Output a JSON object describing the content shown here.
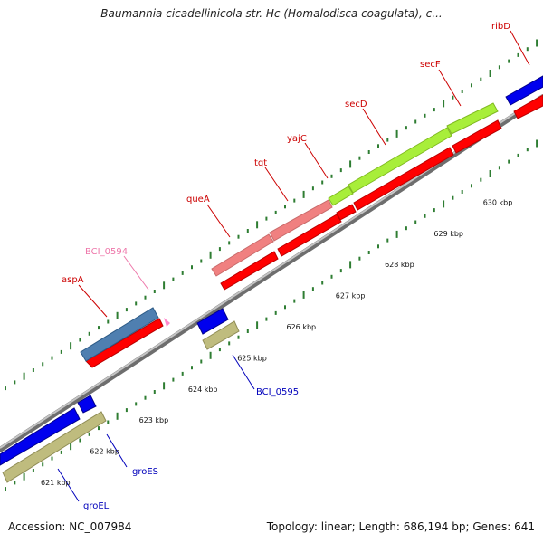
{
  "title": "Baumannia cicadellinicola str. Hc (Homalodisca coagulata), c...",
  "footer": {
    "accession": "Accession: NC_007984",
    "stats": "Topology: linear; Length: 686,194 bp; Genes: 641"
  },
  "colors": {
    "backbone": "#8f8f8f",
    "ticks": "#2e7d32",
    "tick_label": "#111111",
    "red_label": "#cc0000",
    "blue_label": "#0000bb",
    "pink_label": "#ee77aa"
  },
  "scale_labels": [
    "621 kbp",
    "622 kbp",
    "623 kbp",
    "624 kbp",
    "625 kbp",
    "626 kbp",
    "627 kbp",
    "628 kbp",
    "629 kbp",
    "630 kbp"
  ],
  "gene_labels": {
    "aspA": "aspA",
    "BCI_0594": "BCI_0594",
    "queA": "queA",
    "tgt": "tgt",
    "yajC": "yajC",
    "secD": "secD",
    "secF": "secF",
    "ribD": "ribD",
    "BCI_0595": "BCI_0595",
    "groES": "groES",
    "groEL": "groEL"
  }
}
